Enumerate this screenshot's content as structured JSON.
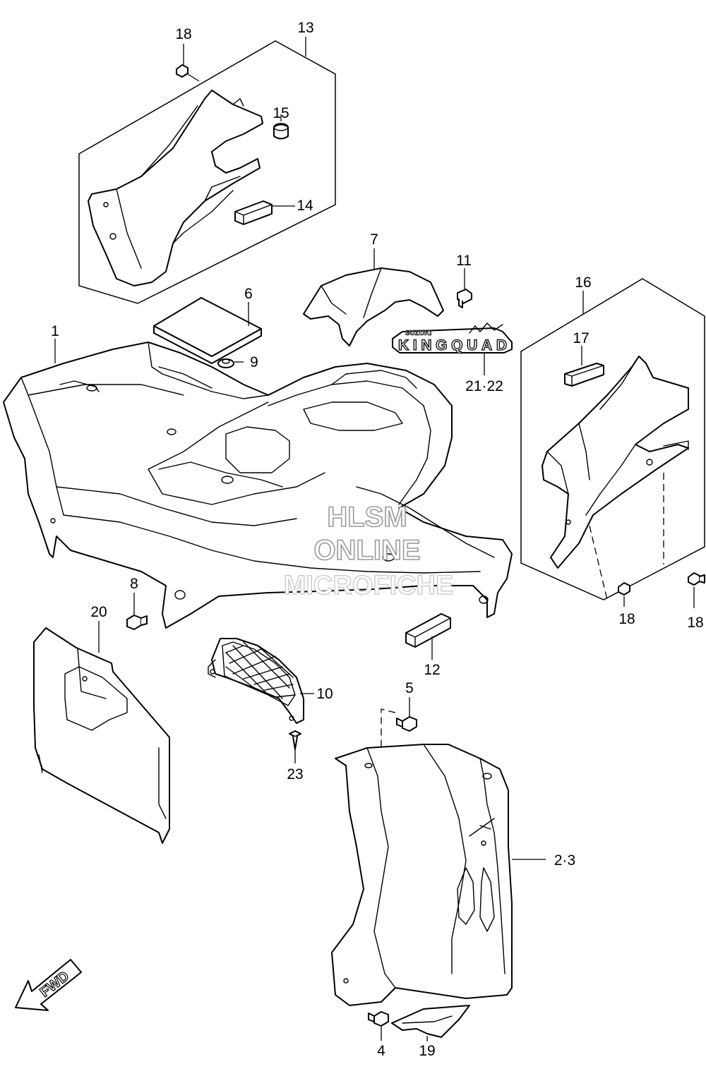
{
  "callouts": {
    "c1": "1",
    "c2_3": "2·3",
    "c4": "4",
    "c5": "5",
    "c6": "6",
    "c7": "7",
    "c8": "8",
    "c9": "9",
    "c10": "10",
    "c11": "11",
    "c12": "12",
    "c13": "13",
    "c14": "14",
    "c15": "15",
    "c16": "16",
    "c17": "17",
    "c18a": "18",
    "c18b": "18",
    "c18c": "18",
    "c19": "19",
    "c20": "20",
    "c21_22": "21·22",
    "c23": "23"
  },
  "decal": {
    "brand_small": "SUZUKI",
    "model": "KINGQUAD"
  },
  "watermark": {
    "line1": "HLSM",
    "line2": "ONLINE",
    "line3": "MICROFICHE"
  },
  "direction_arrow": {
    "label": "FWD"
  }
}
